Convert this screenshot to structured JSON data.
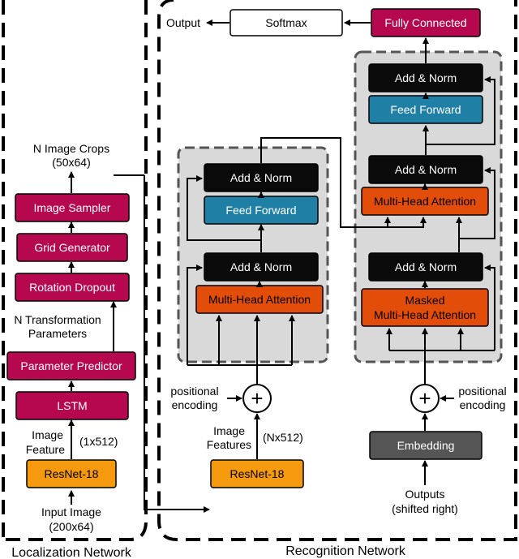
{
  "sections": {
    "localization": "Localization Network",
    "recognition": "Recognition Network"
  },
  "localization": {
    "input_image": "Input Image",
    "input_size": "(200x64)",
    "resnet": "ResNet-18",
    "image_feature_line1": "Image",
    "image_feature_line2": "Feature",
    "feature_size": "(1x512)",
    "lstm": "LSTM",
    "parameter_predictor": "Parameter Predictor",
    "n_transform_line1": "N Transformation",
    "n_transform_line2": "Parameters",
    "rotation_dropout": "Rotation Dropout",
    "grid_generator": "Grid Generator",
    "image_sampler": "Image Sampler",
    "crops_line1": "N Image Crops",
    "crops_line2": "(50x64)"
  },
  "encoder": {
    "resnet": "ResNet-18",
    "image_features_line1": "Image",
    "image_features_line2": "Features",
    "features_size": "(Nx512)",
    "positional_line1": "positional",
    "positional_line2": "encoding",
    "plus": "+",
    "mha": "Multi-Head Attention",
    "add_norm_1": "Add & Norm",
    "feed_forward": "Feed Forward",
    "add_norm_2": "Add & Norm"
  },
  "decoder": {
    "outputs_line1": "Outputs",
    "outputs_line2": "(shifted right)",
    "embedding": "Embedding",
    "positional_line1": "positional",
    "positional_line2": "encoding",
    "plus": "+",
    "masked_mha_line1": "Masked",
    "masked_mha_line2": "Multi-Head Attention",
    "add_norm_1": "Add & Norm",
    "mha": "Multi-Head Attention",
    "add_norm_2": "Add & Norm",
    "feed_forward": "Feed Forward",
    "add_norm_3": "Add & Norm",
    "fully_connected": "Fully Connected",
    "softmax": "Softmax",
    "output": "Output"
  },
  "colors": {
    "crimson": "#b5084f",
    "orange": "#f59a0e",
    "red_orange": "#e34d0a",
    "teal": "#1f7fa5",
    "black_box": "#0a0a0a",
    "dark_gray": "#555555",
    "panel_gray": "#d9d9d9"
  }
}
